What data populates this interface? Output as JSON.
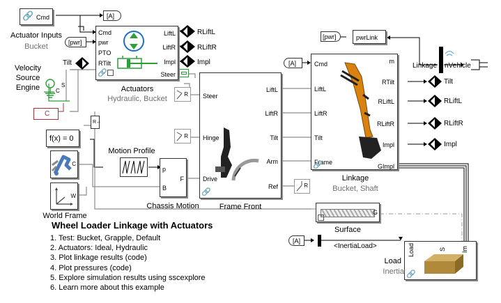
{
  "diagram": {
    "title": "Wheel Loader Linkage with Actuators",
    "list_items": [
      "1. Test: Bucket, Grapple, Default",
      "2. Actuators: Ideal, Hydraulic",
      "3. Plot linkage results (code)",
      "4. Plot pressures (code)",
      "5. Explore simulation results using sscexplore",
      "6. Learn more about this example"
    ]
  },
  "blocks": {
    "actuator_inputs": {
      "name": "Actuator Inputs",
      "subtitle": "Bucket",
      "port": "Cmd"
    },
    "goto_A": {
      "label": "[A]"
    },
    "from_pwr_left": {
      "label": "[pwr]"
    },
    "velocity_source": {
      "name": "Velocity Source Engine",
      "line1": "Velocity",
      "line2": "Source",
      "line3": "Engine"
    },
    "constant_c": {
      "label": "C"
    },
    "actuators": {
      "name": "Actuators",
      "subtitle": "Hydraulic, Bucket",
      "in_ports": [
        "Cmd",
        "pwr",
        "PTO",
        "RTilt"
      ],
      "out_ports": [
        "LiftL",
        "LiftR",
        "Impl",
        "Steer"
      ],
      "tilt_label": "Tilt"
    },
    "gotos_actuators": [
      "RLiftL",
      "RLiftR",
      "Impl"
    ],
    "fcn": {
      "label": "f(x) = 0"
    },
    "motion_profile": {
      "name": "Motion Profile"
    },
    "chassis_motion": {
      "name": "Chassis Motion",
      "ports_in": [
        "p",
        "B"
      ],
      "port_out": "F"
    },
    "world_frame": {
      "name": "World Frame",
      "port": "W"
    },
    "solver": {
      "port": "C"
    },
    "frame_front": {
      "name": "Frame Front",
      "left_ports": [
        "Steer",
        "Hinge",
        "Drive"
      ],
      "right_ports": [
        "LiftL",
        "LiftR",
        "Tilt",
        "Arm",
        "Ref"
      ]
    },
    "steer_joint": {
      "port": "R"
    },
    "hinge_joint": {
      "port": "R"
    },
    "ref_frame": {
      "port": "R"
    },
    "linkage": {
      "name": "Linkage",
      "subtitle": "Bucket, Shaft",
      "left_ports": [
        "Cmd",
        "LiftL",
        "LiftR",
        "Tilt",
        "Frame"
      ],
      "right_ports": [
        "m",
        "RTilt",
        "RLiftL",
        "RLiftR",
        "Impl",
        "GImpl"
      ]
    },
    "from_A_linkage": {
      "label": "[A]"
    },
    "gotos_linkage": [
      "Tilt",
      "RLiftL",
      "RLiftR",
      "Impl"
    ],
    "from_pwr_top": {
      "label": "[pwr]"
    },
    "pwrLink": {
      "label": "pwrLink"
    },
    "bus": {
      "label": "Linkage"
    },
    "vehicle": {
      "label": "nVehicle"
    },
    "surface": {
      "name": "Surface",
      "port": "G"
    },
    "from_A_bottom": {
      "label": "[A]"
    },
    "inertia_load_signal": {
      "label": "<InertiaLoad>"
    },
    "load": {
      "name": "Load",
      "subtitle": "Inertia",
      "ports": [
        "Load",
        "S",
        "Im"
      ]
    }
  },
  "colors": {
    "accent_blue": "#1a6fd0",
    "hydraulic_green": "#2e9e3a",
    "physical_gray": "#7f7f7f",
    "constant_red": "#a0343c",
    "bucket_orange": "#d9820f",
    "load_gold": "#b08a3a"
  }
}
